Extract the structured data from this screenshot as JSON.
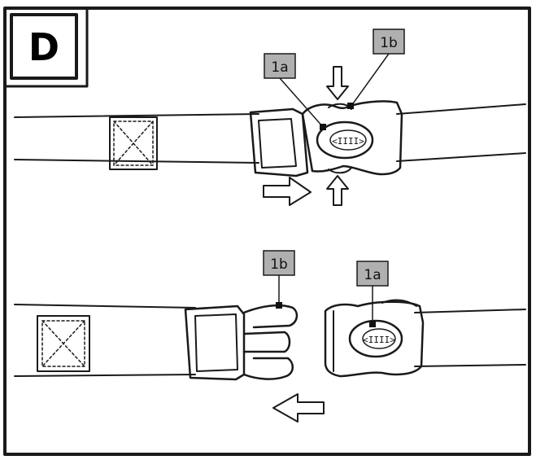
{
  "panel": {
    "letter": "D"
  },
  "top_diagram": {
    "labels": {
      "a": "1a",
      "b": "1b"
    },
    "buckle_mark": "<IIII>"
  },
  "bottom_diagram": {
    "labels": {
      "a": "1a",
      "b": "1b"
    },
    "buckle_mark": "<IIII>"
  }
}
